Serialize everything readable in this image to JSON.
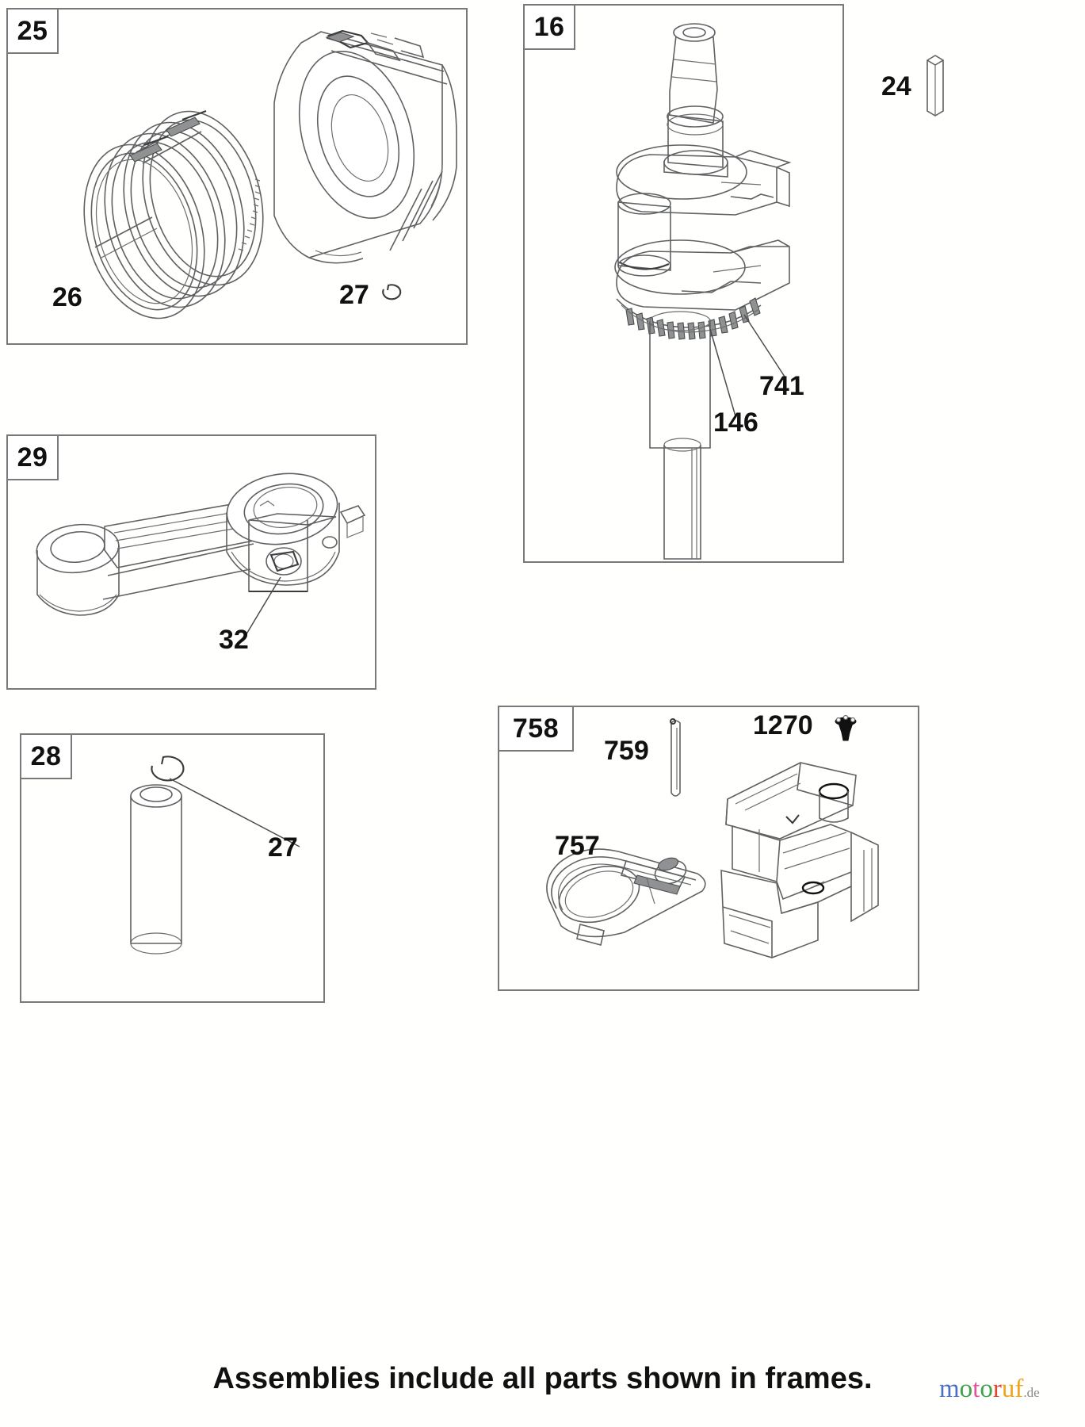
{
  "document": {
    "type": "engine-parts-exploded-diagram",
    "footer_note": "Assemblies include all parts shown in frames.",
    "watermark": {
      "letters": [
        {
          "char": "m",
          "color": "#4d6fc4"
        },
        {
          "char": "o",
          "color": "#3fa24a"
        },
        {
          "char": "t",
          "color": "#e0559c"
        },
        {
          "char": "o",
          "color": "#3fa24a"
        },
        {
          "char": "r",
          "color": "#e0452e"
        },
        {
          "char": "u",
          "color": "#f0a31e"
        },
        {
          "char": "f",
          "color": "#f0a31e"
        }
      ],
      "tld": ".de",
      "tld_color": "#8a8a8a"
    }
  },
  "frames": [
    {
      "id": "25",
      "label": "25",
      "name": "piston-assembly-frame",
      "description": "Piston with ring set",
      "callouts": [
        {
          "ref": "26",
          "name": "piston-ring-set"
        },
        {
          "ref": "27",
          "name": "piston-pin-retainer-clip"
        }
      ]
    },
    {
      "id": "16",
      "label": "16",
      "name": "crankshaft-frame",
      "description": "Crankshaft with timing gear",
      "callouts": [
        {
          "ref": "741",
          "name": "timing-gear"
        },
        {
          "ref": "146",
          "name": "crankshaft-gear-detail"
        }
      ]
    },
    {
      "id": "29",
      "label": "29",
      "name": "connecting-rod-frame",
      "description": "Connecting rod with cap",
      "callouts": [
        {
          "ref": "32",
          "name": "connecting-rod-bolt"
        }
      ]
    },
    {
      "id": "28",
      "label": "28",
      "name": "piston-pin-frame",
      "description": "Piston pin with retaining clip",
      "callouts": [
        {
          "ref": "27",
          "name": "retaining-clip"
        }
      ]
    },
    {
      "id": "758",
      "label": "758",
      "name": "governor-assembly-frame",
      "description": "Governor lever assembly",
      "callouts": [
        {
          "ref": "759",
          "name": "governor-shaft-pin"
        },
        {
          "ref": "757",
          "name": "governor-lever"
        },
        {
          "ref": "1270",
          "name": "push-nut-fastener"
        }
      ]
    }
  ],
  "loose_parts": [
    {
      "ref": "24",
      "name": "woodruff-key"
    }
  ],
  "labels": {
    "f25": "25",
    "f16": "16",
    "f29": "29",
    "f28": "28",
    "f758": "758",
    "p24": "24",
    "p26": "26",
    "p27_frame25": "27",
    "p27_frame28": "27",
    "p32": "32",
    "p741": "741",
    "p146": "146",
    "p757": "757",
    "p759": "759",
    "p1270": "1270"
  }
}
